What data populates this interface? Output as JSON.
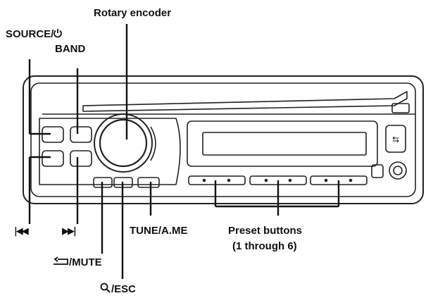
{
  "labels": {
    "rotary_encoder": "Rotary encoder",
    "source": "SOURCE/",
    "source_icon": "power-icon",
    "band": "BAND",
    "prev_track": "|◀◀",
    "next_track": "▶▶|",
    "tune_ame": "TUNE/A.ME",
    "preset_line1": "Preset buttons",
    "preset_line2": "(1 through 6)",
    "mute_icon": "return-arrow-icon",
    "mute": "/MUTE",
    "search_icon": "magnifier-icon",
    "esc": "/ESC"
  }
}
